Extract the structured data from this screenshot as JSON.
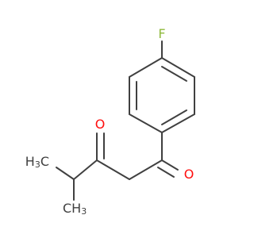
{
  "colors": {
    "bond": "#404040",
    "carbon": "#404040",
    "oxygen": "#ff0d0d",
    "fluorine": "#8fba3d",
    "background": "#ffffff"
  },
  "atoms": {
    "fluorine": {
      "text": "F",
      "element": "fluorine"
    },
    "oxygen_ketone_right": {
      "text": "O",
      "element": "oxygen"
    },
    "oxygen_ketone_left": {
      "text": "O",
      "element": "oxygen"
    },
    "methyl_top": {
      "main": "H",
      "sub": "3",
      "tail": "C",
      "element": "carbon"
    },
    "methyl_bottom": {
      "main": "CH",
      "sub": "3",
      "element": "carbon"
    }
  }
}
